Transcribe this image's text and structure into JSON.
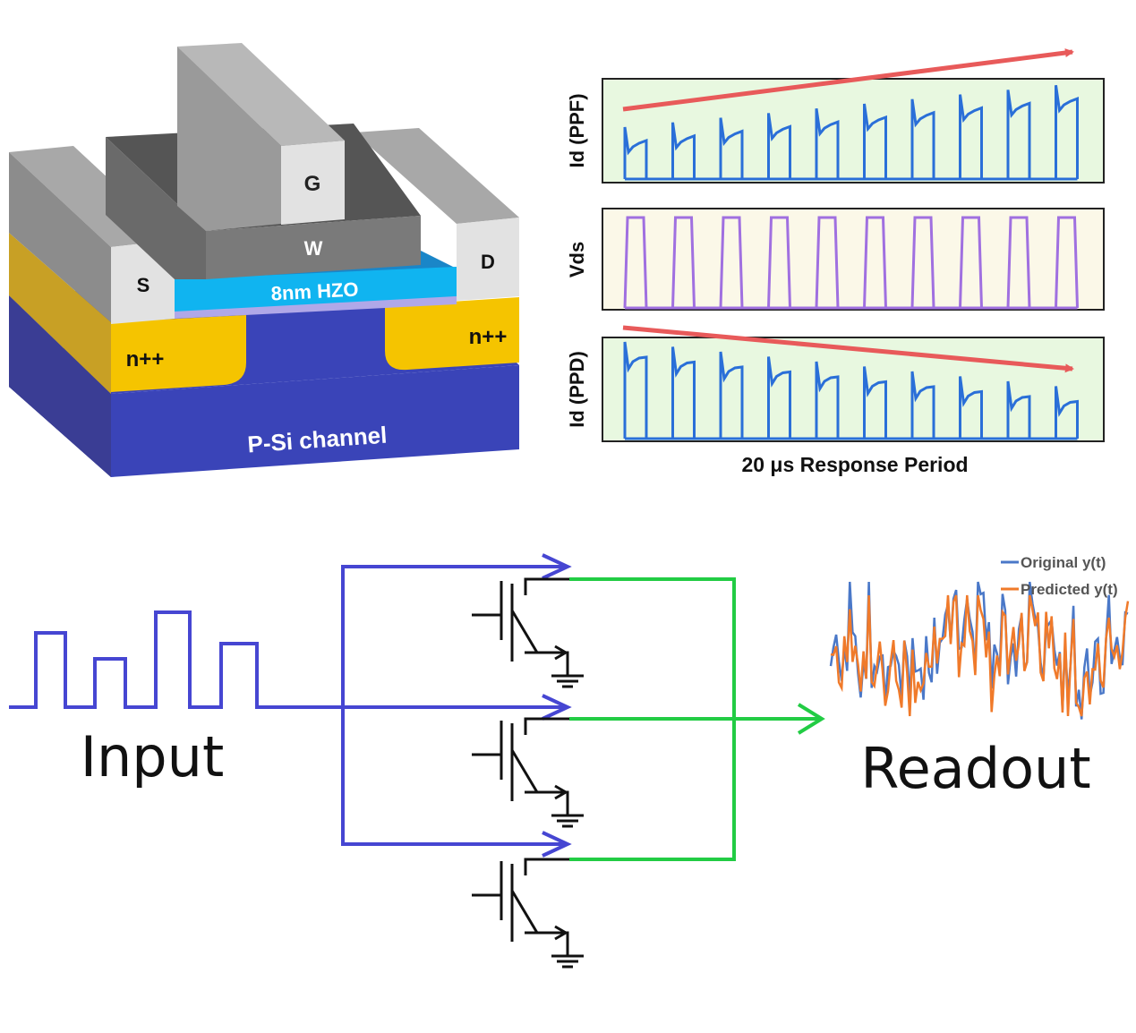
{
  "device": {
    "gate_label": "G",
    "source_label": "S",
    "drain_label": "D",
    "metal_label": "W",
    "oxide_label": "8nm HZO",
    "doped_left_label": "n++",
    "doped_right_label": "n++",
    "substrate_label": "P-Si channel"
  },
  "pulse_plots": {
    "panels": [
      {
        "ylabel": "Id (PPF)",
        "trend": "increasing",
        "bg": "#e8f8e0",
        "color": "#2a6fd8"
      },
      {
        "ylabel": "Vds",
        "trend": "square pulses",
        "bg": "#fbf8e8",
        "color": "#a070e0"
      },
      {
        "ylabel": "Id (PPD)",
        "trend": "decreasing",
        "bg": "#e8f8e0",
        "color": "#2a6fd8"
      }
    ],
    "pulse_count": 10,
    "xlabel": "20 μs Response Period",
    "arrow_color": "#e85a5a"
  },
  "reservoir": {
    "input_label": "Input",
    "readout_label": "Readout",
    "input_pulse_levels": [
      0,
      1,
      0,
      0.65,
      0,
      1.35,
      0,
      0.95,
      0,
      0
    ],
    "transistor_count": 3,
    "input_wire_color": "#4646d2",
    "output_wire_color": "#22cc44"
  },
  "readout_plot": {
    "legend": [
      "Original y(t)",
      "Predicted y(t)"
    ],
    "colors": [
      "#4a78c8",
      "#f07a2a"
    ]
  }
}
